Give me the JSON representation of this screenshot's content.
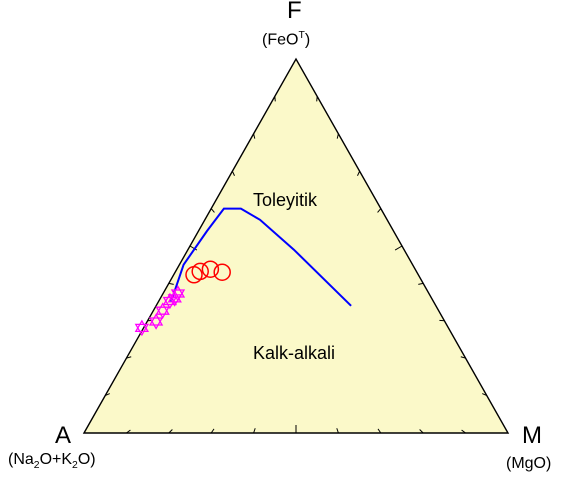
{
  "chart_data": {
    "type": "ternary",
    "vertices": {
      "top": {
        "label": "F",
        "oxide_pre": "(FeO",
        "oxide_sup": "T",
        "oxide_post": ")"
      },
      "left": {
        "label": "A",
        "oxide_pre": "(Na",
        "oxide_sub1": "2",
        "oxide_mid": "O+K",
        "oxide_sub2": "2",
        "oxide_post": "O)"
      },
      "right": {
        "label": "M",
        "oxide": "(MgO)"
      }
    },
    "fields": {
      "upper": "Toleyitik",
      "lower": "Kalk-alkali"
    },
    "colors": {
      "triangle_fill": "#fbf9c9",
      "triangle_stroke": "#000000",
      "boundary": "#0000ff",
      "circles": "#ff0000",
      "stars": "#ff00ff"
    },
    "ticks_per_side": 10,
    "boundary_line": [
      {
        "A": 0.62,
        "F": 0.35,
        "M": 0.03
      },
      {
        "A": 0.54,
        "F": 0.45,
        "M": 0.01
      },
      {
        "A": 0.44,
        "F": 0.54,
        "M": 0.02
      },
      {
        "A": 0.37,
        "F": 0.6,
        "M": 0.03
      },
      {
        "A": 0.33,
        "F": 0.6,
        "M": 0.07
      },
      {
        "A": 0.3,
        "F": 0.57,
        "M": 0.13
      },
      {
        "A": 0.26,
        "F": 0.49,
        "M": 0.25
      },
      {
        "A": 0.2,
        "F": 0.34,
        "M": 0.46
      }
    ],
    "series": [
      {
        "marker": "circle",
        "points": [
          {
            "A": 0.529,
            "F": 0.423,
            "M": 0.048
          },
          {
            "A": 0.51,
            "F": 0.432,
            "M": 0.058
          },
          {
            "A": 0.483,
            "F": 0.438,
            "M": 0.079
          },
          {
            "A": 0.459,
            "F": 0.43,
            "M": 0.111
          }
        ]
      },
      {
        "marker": "star",
        "points": [
          {
            "A": 0.723,
            "F": 0.281,
            "M": -0.004
          },
          {
            "A": 0.681,
            "F": 0.298,
            "M": 0.021
          },
          {
            "A": 0.651,
            "F": 0.327,
            "M": 0.022
          },
          {
            "A": 0.621,
            "F": 0.353,
            "M": 0.026
          },
          {
            "A": 0.606,
            "F": 0.36,
            "M": 0.034
          },
          {
            "A": 0.592,
            "F": 0.373,
            "M": 0.035
          }
        ]
      }
    ]
  }
}
